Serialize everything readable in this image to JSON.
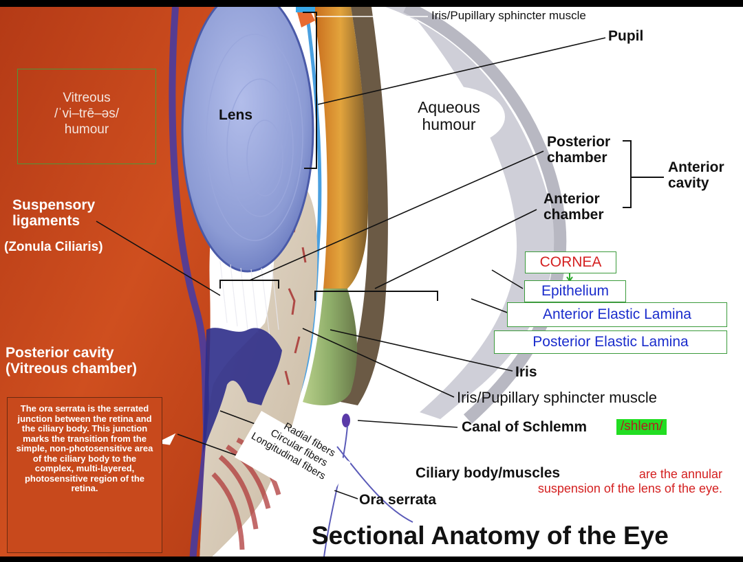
{
  "title": "Sectional Anatomy of the Eye",
  "labels": {
    "iris_sphincter_top": "Iris/Pupillary  sphincter  muscle",
    "pupil": "Pupil",
    "lens": "Lens",
    "aqueous_humour": "Aqueous\nhumour",
    "vitreous_humour": "Vitreous\n/ˈvi–trē–əs/\nhumour",
    "posterior_chamber": "Posterior\nchamber",
    "anterior_chamber": "Anterior\nchamber",
    "anterior_cavity": "Anterior\ncavity",
    "suspensory_ligaments": "Suspensory\nligaments",
    "zonula_ciliaris": "(Zonula  Ciliaris)",
    "posterior_cavity": "Posterior cavity\n(Vitreous chamber)",
    "cornea": "CORNEA",
    "epithelium": "Epithelium",
    "anterior_elastic_lamina": "Anterior  Elastic  Lamina",
    "posterior_elastic_lamina": "Posterior  Elastic  Lamina",
    "iris": "Iris",
    "iris_sphincter_lower": "Iris/Pupillary  sphincter  muscle",
    "canal_of_schlemm": "Canal of Schlemm",
    "schlemm_pronunciation": "/shlem/",
    "radial_fibers": "Radial fibers",
    "circular_fibers": "Circular fibers",
    "longitudinal_fibers": "Longitudinal fibers",
    "ciliary_body_muscles": "Ciliary body/muscles",
    "ciliary_description": "are  the  annular\nsuspension  of  the  lens  of  the  eye.",
    "ora_serrata": "Ora serrata",
    "ora_serrata_note": "The ora serrata is the serrated junction between the retina and the ciliary body. This junction marks the transition from the simple, non-photosensitive area of the ciliary body to the complex, multi-layered, photosensitive region of the retina."
  },
  "colors": {
    "vitreous_orange": "#c8491c",
    "lens_blue": "#8f9fd6",
    "cornea_label_red": "#d42020",
    "lamina_label_blue": "#1a2ccc",
    "box_green": "#3a9a3a",
    "highlight_green": "#22dd22"
  }
}
